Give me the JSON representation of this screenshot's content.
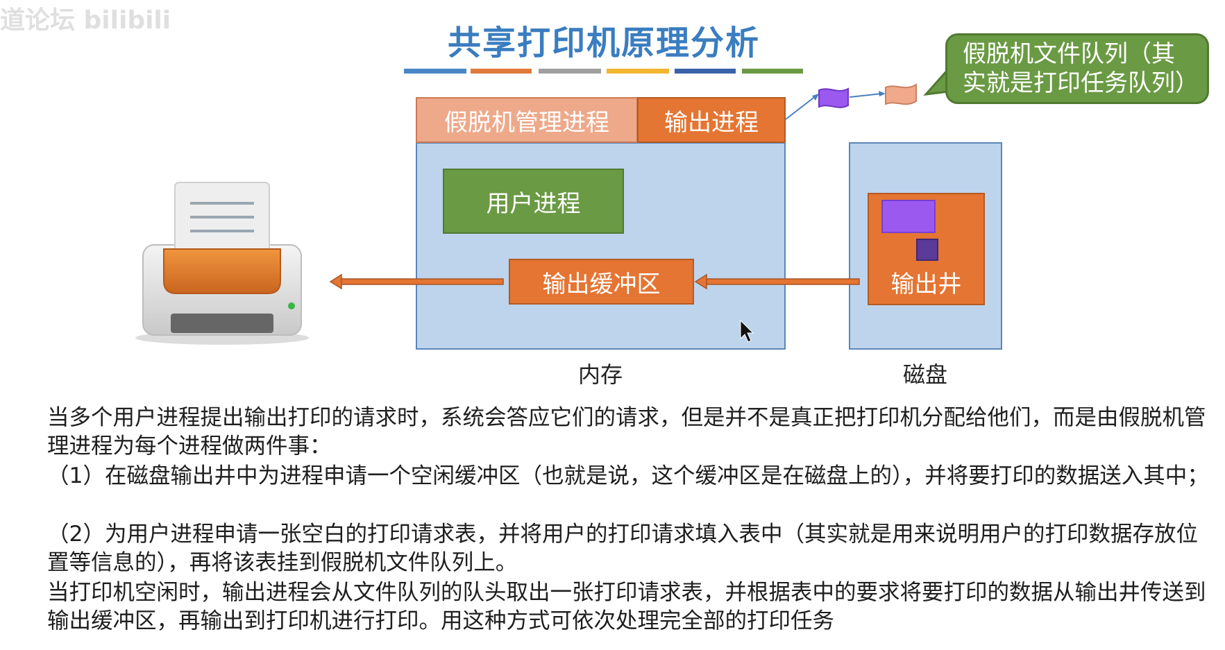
{
  "watermark": "道论坛 bilibili",
  "title": "共享打印机原理分析",
  "accent_colors": [
    "#4a86c8",
    "#e07a3c",
    "#a0a0a0",
    "#f2b630",
    "#3a62a8",
    "#6a9a43"
  ],
  "memory": {
    "spool_process": "假脱机管理进程",
    "output_process": "输出进程",
    "user_process": "用户进程",
    "output_buffer": "输出缓冲区",
    "caption": "内存"
  },
  "disk": {
    "output_well": "输出井",
    "caption": "磁盘"
  },
  "callout": "假脱机文件队列（其实就是打印任务队列）",
  "paragraphs": [
    "当多个用户进程提出输出打印的请求时，系统会答应它们的请求，但是并不是真正把打印机分配给他们，而是由假脱机管理进程为每个进程做两件事：",
    "（1）在磁盘输出井中为进程申请一个空闲缓冲区（也就是说，这个缓冲区是在磁盘上的），并将要打印的数据送入其中；",
    "（2）为用户进程申请一张空白的打印请求表，并将用户的打印请求填入表中（其实就是用来说明用户的打印数据存放位置等信息的），再将该表挂到假脱机文件队列上。",
    "当打印机空闲时，输出进程会从文件队列的队头取出一张打印请求表，并根据表中的要求将要打印的数据从输出井传送到输出缓冲区，再输出到打印机进行打印。用这种方式可依次处理完全部的打印任务"
  ],
  "icons": [
    "printer-icon",
    "mouse-cursor-icon",
    "flag-icon"
  ]
}
